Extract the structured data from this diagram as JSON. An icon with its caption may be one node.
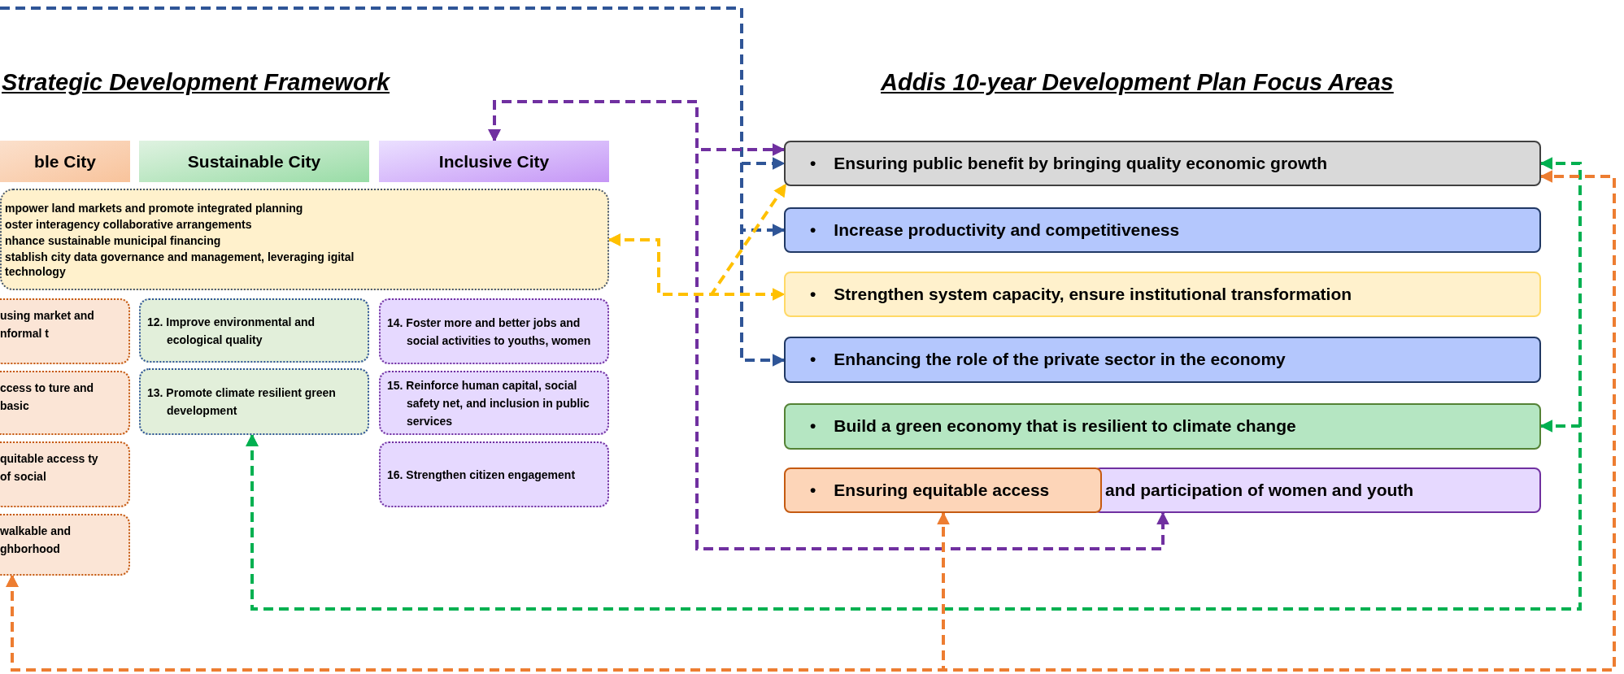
{
  "diagram": {
    "nodes": [
      {
        "text": [
          "ble City"
        ]
      },
      {
        "text": [
          "Sustainable City"
        ]
      },
      {
        "text": [
          "Inclusive City"
        ]
      },
      {
        "text": [
          "mpower land markets and promote integrated planning",
          "oster interagency collaborative arrangements",
          "nhance sustainable municipal financing",
          "stablish city data governance and management, leveraging igital technology"
        ]
      },
      {
        "text": [
          "using market and nformal t"
        ]
      },
      {
        "text": [
          "ccess to ture and basic"
        ]
      },
      {
        "text": [
          "quitable access ty of social"
        ]
      },
      {
        "text": [
          "walkable and ghborhood"
        ]
      },
      {
        "text": [
          "12. Improve environmental and ecological quality"
        ]
      },
      {
        "text": [
          "13. Promote climate resilient green development"
        ]
      },
      {
        "text": [
          "14. Foster more and better jobs and social activities to youths, women"
        ]
      },
      {
        "text": [
          "15. Reinforce human capital, social safety net, and inclusion in public services"
        ]
      },
      {
        "text": [
          "16. Strengthen citizen engagement"
        ]
      },
      {
        "text": [
          "•",
          "Ensuring public benefit by bringing quality economic growth"
        ]
      },
      {
        "text": [
          "•",
          "Increase productivity and competitiveness"
        ]
      },
      {
        "text": [
          "•",
          "Strengthen system capacity, ensure institutional transformation"
        ]
      },
      {
        "text": [
          "•",
          "Enhancing the role of the private sector in the economy"
        ]
      },
      {
        "text": [
          "•",
          "Build a green economy that is resilient to climate change"
        ]
      },
      {
        "text": [
          "•",
          "Ensuring equitable access"
        ]
      },
      {
        "text": [
          "and participation of women and youth"
        ]
      }
    ],
    "edges": [
      {
        "from": null,
        "to": 13,
        "arrow": "to",
        "style": "dashed",
        "color": "#2f5597"
      },
      {
        "from": null,
        "to": 14,
        "arrow": "to",
        "style": "dashed",
        "color": "#2f5597"
      },
      {
        "from": null,
        "to": 16,
        "arrow": "to",
        "style": "dashed",
        "color": "#2f5597"
      },
      {
        "from": 2,
        "to": 13,
        "arrow": "both",
        "style": "dashed",
        "color": "#7030a0"
      },
      {
        "from": 2,
        "to": 19,
        "arrow": "both",
        "style": "dashed",
        "color": "#7030a0"
      },
      {
        "from": 3,
        "to": 15,
        "arrow": "both",
        "style": "dashed",
        "color": "#ffc000"
      },
      {
        "from": 3,
        "to": 13,
        "arrow": "both",
        "style": "dashed",
        "color": "#ffc000"
      },
      {
        "from": 9,
        "to": 13,
        "arrow": "both",
        "style": "dashed",
        "color": "#00b050"
      },
      {
        "from": 9,
        "to": 17,
        "arrow": "both",
        "style": "dashed",
        "color": "#00b050"
      },
      {
        "from": 7,
        "to": 13,
        "arrow": "both",
        "style": "dashed",
        "color": "#ed7d31"
      },
      {
        "from": 7,
        "to": 18,
        "arrow": "both",
        "style": "dashed",
        "color": "#ed7d31"
      }
    ],
    "labels": [
      "Strategic Development Framework",
      "Addis 10-year Development Plan Focus Areas"
    ]
  }
}
